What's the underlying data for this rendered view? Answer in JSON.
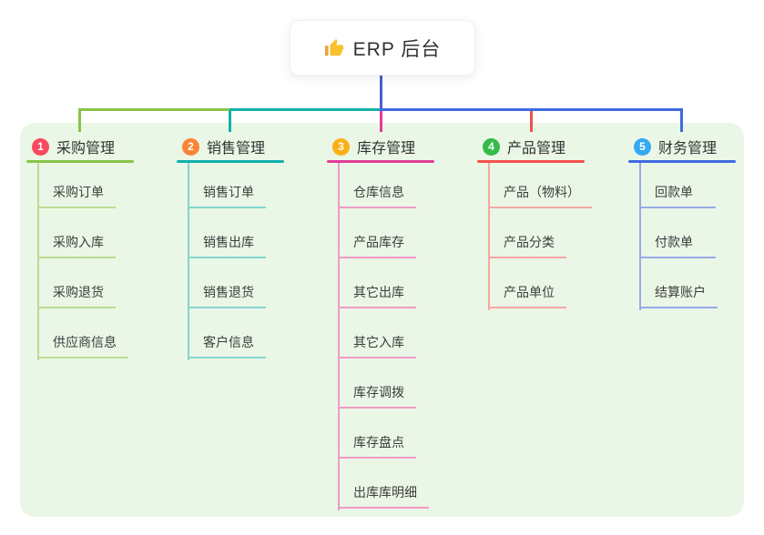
{
  "root": {
    "title": "ERP 后台",
    "icon": "thumbs-up-icon"
  },
  "colors": {
    "page_bg": "#ffffff",
    "panel_bg": "#eaf7e6",
    "root_line": "#4b5cd3",
    "root_text": "#333333",
    "child_text": "#3d3d3d"
  },
  "branches": [
    {
      "badge": "1",
      "label": "采购管理",
      "badge_color": "#f7495f",
      "line_color": "#88c34a",
      "child_line_color": "#b9dc92",
      "children": [
        "采购订单",
        "采购入库",
        "采购退货",
        "供应商信息"
      ]
    },
    {
      "badge": "2",
      "label": "销售管理",
      "badge_color": "#fa8437",
      "line_color": "#12b0ab",
      "child_line_color": "#84d4cf",
      "children": [
        "销售订单",
        "销售出库",
        "销售退货",
        "客户信息"
      ]
    },
    {
      "badge": "3",
      "label": "库存管理",
      "badge_color": "#fcaf17",
      "line_color": "#e13c98",
      "child_line_color": "#f09ac6",
      "children": [
        "仓库信息",
        "产品库存",
        "其它出库",
        "其它入库",
        "库存调拨",
        "库存盘点",
        "出库库明细"
      ]
    },
    {
      "badge": "4",
      "label": "产品管理",
      "badge_color": "#35ba4a",
      "line_color": "#f4514d",
      "child_line_color": "#f8a7a2",
      "children": [
        "产品（物料）",
        "产品分类",
        "产品单位"
      ]
    },
    {
      "badge": "5",
      "label": "财务管理",
      "badge_color": "#33a9f0",
      "line_color": "#3f6ae0",
      "child_line_color": "#97abe7",
      "children": [
        "回款单",
        "付款单",
        "结算账户"
      ]
    }
  ]
}
